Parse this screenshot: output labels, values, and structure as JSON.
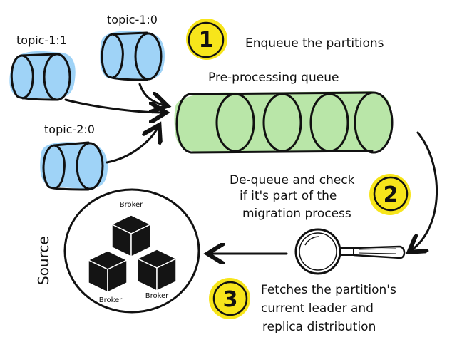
{
  "partitions": [
    {
      "label": "topic-1:1"
    },
    {
      "label": "topic-1:0"
    },
    {
      "label": "topic-2:0"
    }
  ],
  "steps": [
    {
      "number": "1",
      "lines": [
        "Enqueue the partitions"
      ]
    },
    {
      "number": "2",
      "lines": [
        "De-queue and check",
        "if it's part of the",
        "migration process"
      ]
    },
    {
      "number": "3",
      "lines": [
        "Fetches the partition's",
        "current leader and",
        "replica distribution"
      ]
    }
  ],
  "queue": {
    "label": "Pre-processing queue"
  },
  "source": {
    "label": "Source",
    "brokers": [
      {
        "label": "Broker"
      },
      {
        "label": "Broker"
      },
      {
        "label": "Broker"
      }
    ]
  },
  "colors": {
    "topic_fill": "#9fd3f7",
    "queue_fill": "#b9e6a8",
    "badge_fill": "#f7e51b",
    "ink": "#111111",
    "cube": "#141414"
  },
  "icons": [
    "magnifying-glass-icon",
    "broker-cube-icon",
    "arrow-icon"
  ]
}
